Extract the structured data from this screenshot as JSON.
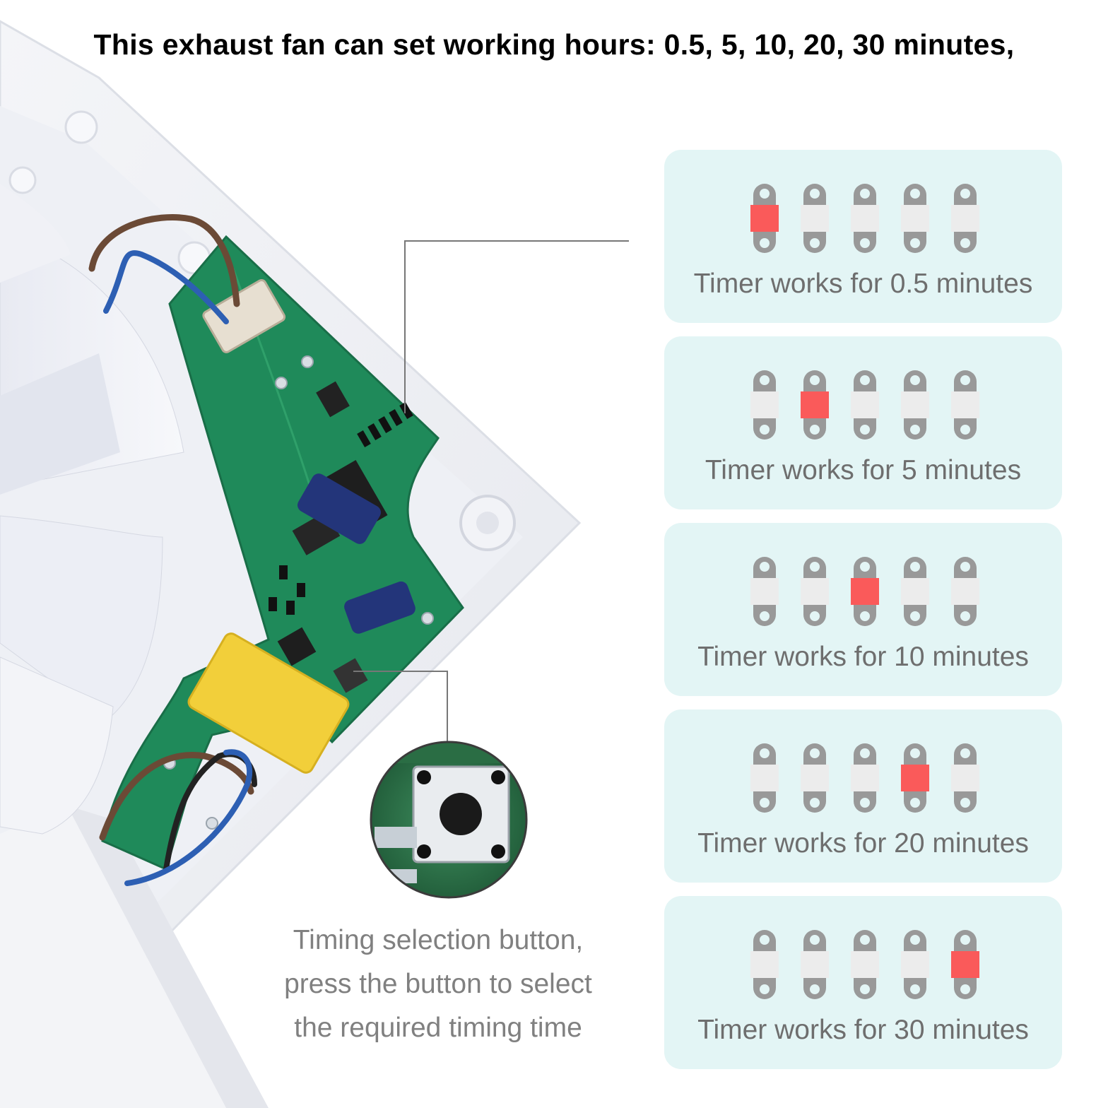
{
  "headline": "This exhaust fan can set working hours: 0.5, 5, 10, 20, 30 minutes,",
  "colors": {
    "panel_bg": "#e3f5f5",
    "switch_frame": "#999999",
    "switch_off": "#ececec",
    "switch_on": "#fa5a5a",
    "pcb_green": "#1f8a5a",
    "capacitor_yellow": "#f2cf3a",
    "capacitor_blue": "#23357a"
  },
  "panels": [
    {
      "label": "Timer works for 0.5 minutes",
      "active_switch": 1
    },
    {
      "label": "Timer works for 5 minutes",
      "active_switch": 2
    },
    {
      "label": "Timer works for 10 minutes",
      "active_switch": 3
    },
    {
      "label": "Timer works for 20 minutes",
      "active_switch": 4
    },
    {
      "label": "Timer works for 30 minutes",
      "active_switch": 5
    }
  ],
  "switch_count": 5,
  "button_caption": {
    "line1": "Timing selection button,",
    "line2": "press the button to select",
    "line3": "the required timing time"
  },
  "icons": {
    "zoom_view": "tact-switch-icon",
    "dip_switch": "dip-switch-icon"
  }
}
